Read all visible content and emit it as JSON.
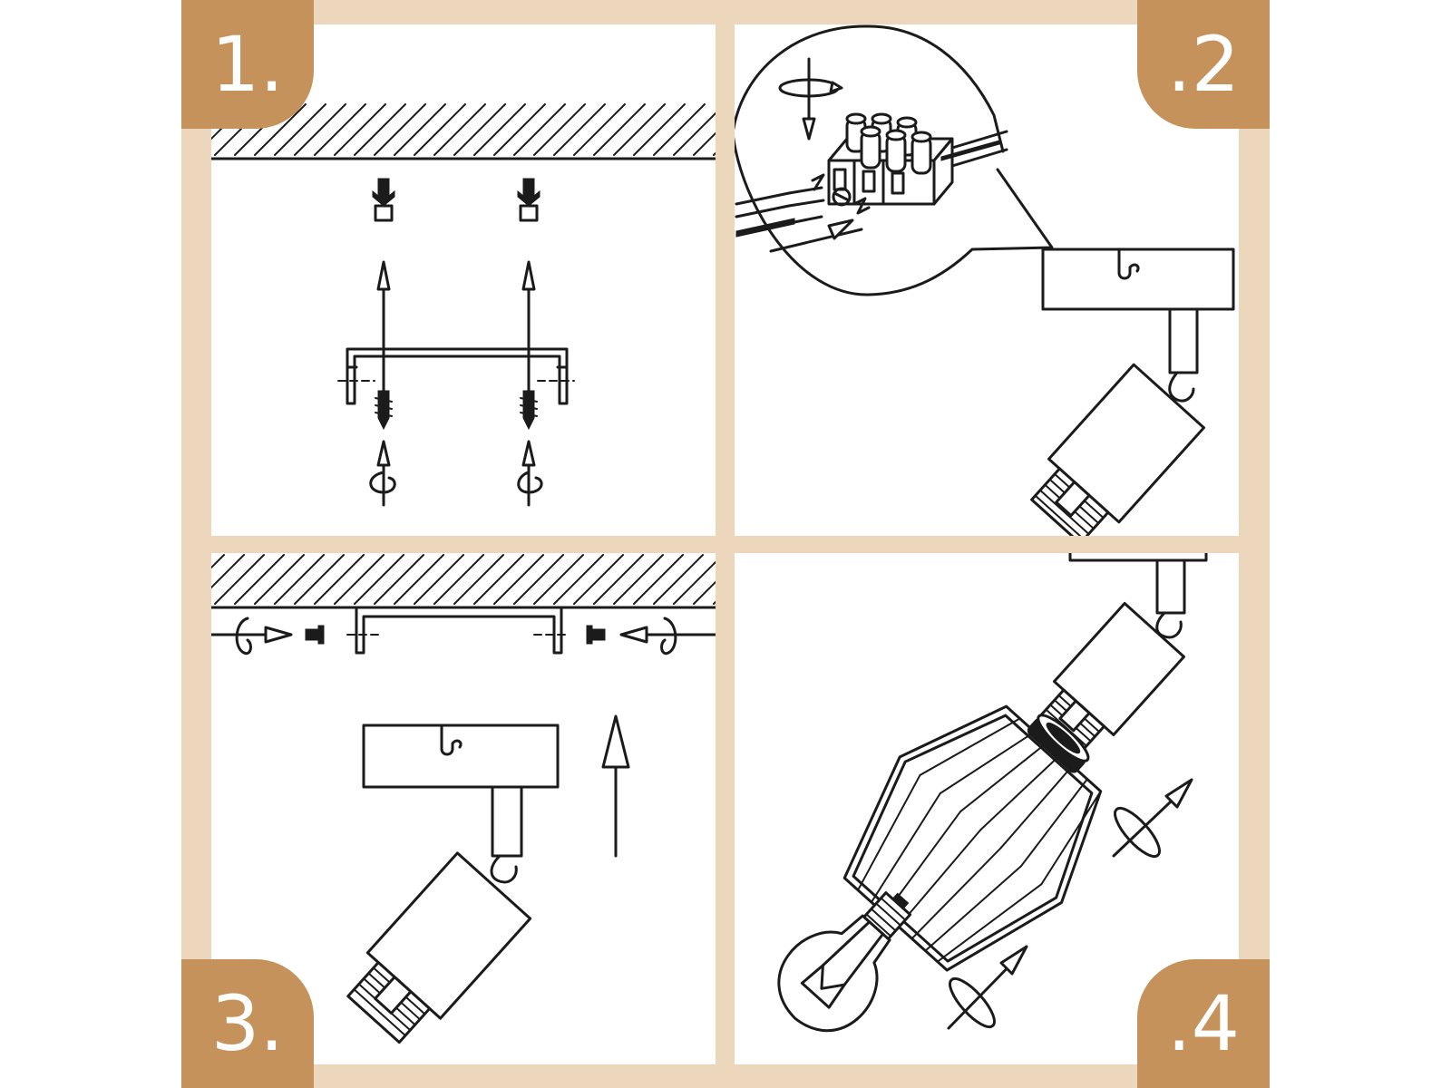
{
  "colors": {
    "frame": "#ecd7bd",
    "badge": "#c4925a",
    "ink": "#1b1b1b",
    "panel": "#ffffff"
  },
  "steps": [
    {
      "label": "1."
    },
    {
      "label": ".2"
    },
    {
      "label": "3."
    },
    {
      "label": ".4"
    }
  ]
}
